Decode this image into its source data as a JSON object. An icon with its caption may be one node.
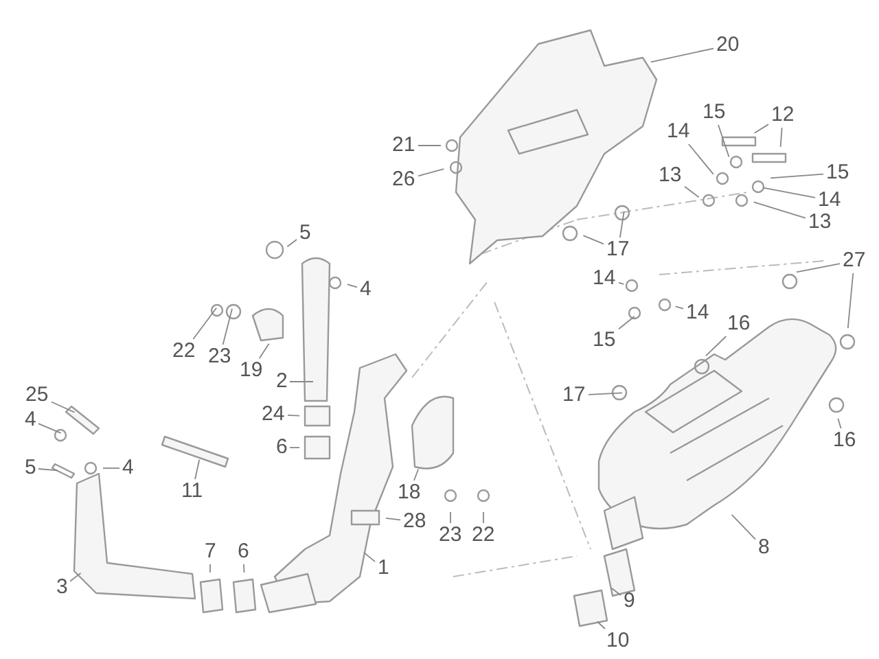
{
  "diagram": {
    "nodes": [
      {
        "text": [
          "20"
        ]
      },
      {
        "text": [
          "21"
        ]
      },
      {
        "text": [
          "26"
        ]
      },
      {
        "text": [
          "12"
        ]
      },
      {
        "text": [
          "15"
        ]
      },
      {
        "text": [
          "14"
        ]
      },
      {
        "text": [
          "13"
        ]
      },
      {
        "text": [
          "15"
        ]
      },
      {
        "text": [
          "14"
        ]
      },
      {
        "text": [
          "13"
        ]
      },
      {
        "text": [
          "17"
        ]
      },
      {
        "text": [
          "14"
        ]
      },
      {
        "text": [
          "15"
        ]
      },
      {
        "text": [
          "14"
        ]
      },
      {
        "text": [
          "16"
        ]
      },
      {
        "text": [
          "27"
        ]
      },
      {
        "text": [
          "17"
        ]
      },
      {
        "text": [
          "16"
        ]
      },
      {
        "text": [
          "8"
        ]
      },
      {
        "text": [
          "9"
        ]
      },
      {
        "text": [
          "10"
        ]
      },
      {
        "text": [
          "5"
        ]
      },
      {
        "text": [
          "4"
        ]
      },
      {
        "text": [
          "22"
        ]
      },
      {
        "text": [
          "23"
        ]
      },
      {
        "text": [
          "19"
        ]
      },
      {
        "text": [
          "2"
        ]
      },
      {
        "text": [
          "24"
        ]
      },
      {
        "text": [
          "6"
        ]
      },
      {
        "text": [
          "25"
        ]
      },
      {
        "text": [
          "4"
        ]
      },
      {
        "text": [
          "5"
        ]
      },
      {
        "text": [
          "4"
        ]
      },
      {
        "text": [
          "11"
        ]
      },
      {
        "text": [
          "18"
        ]
      },
      {
        "text": [
          "28"
        ]
      },
      {
        "text": [
          "23"
        ]
      },
      {
        "text": [
          "22"
        ]
      },
      {
        "text": [
          "1"
        ]
      },
      {
        "text": [
          "3"
        ]
      },
      {
        "text": [
          "7"
        ]
      },
      {
        "text": [
          "6"
        ]
      }
    ],
    "edges": [
      {
        "from": 0,
        "to": null,
        "arrow": "none"
      },
      {
        "from": 1,
        "to": null,
        "arrow": "none"
      },
      {
        "from": 2,
        "to": null,
        "arrow": "none"
      },
      {
        "from": 3,
        "to": null,
        "arrow": "none"
      },
      {
        "from": 3,
        "to": null,
        "arrow": "none"
      },
      {
        "from": 4,
        "to": null,
        "arrow": "none"
      },
      {
        "from": 5,
        "to": null,
        "arrow": "none"
      },
      {
        "from": 6,
        "to": null,
        "arrow": "none"
      },
      {
        "from": 7,
        "to": null,
        "arrow": "none"
      },
      {
        "from": 8,
        "to": null,
        "arrow": "none"
      },
      {
        "from": 9,
        "to": null,
        "arrow": "none"
      },
      {
        "from": 10,
        "to": null,
        "arrow": "none"
      },
      {
        "from": 10,
        "to": null,
        "arrow": "none"
      },
      {
        "from": 11,
        "to": null,
        "arrow": "none"
      },
      {
        "from": 12,
        "to": null,
        "arrow": "none"
      },
      {
        "from": 13,
        "to": null,
        "arrow": "none"
      },
      {
        "from": 14,
        "to": null,
        "arrow": "none"
      },
      {
        "from": 15,
        "to": null,
        "arrow": "none"
      },
      {
        "from": 15,
        "to": null,
        "arrow": "none"
      },
      {
        "from": 16,
        "to": null,
        "arrow": "none"
      },
      {
        "from": 17,
        "to": null,
        "arrow": "none"
      },
      {
        "from": 18,
        "to": null,
        "arrow": "none"
      },
      {
        "from": 19,
        "to": null,
        "arrow": "none"
      },
      {
        "from": 20,
        "to": null,
        "arrow": "none"
      },
      {
        "from": 21,
        "to": null,
        "arrow": "none"
      },
      {
        "from": 22,
        "to": null,
        "arrow": "none"
      },
      {
        "from": 23,
        "to": null,
        "arrow": "none"
      },
      {
        "from": 24,
        "to": null,
        "arrow": "none"
      },
      {
        "from": 25,
        "to": null,
        "arrow": "none"
      },
      {
        "from": 26,
        "to": null,
        "arrow": "none"
      },
      {
        "from": 27,
        "to": null,
        "arrow": "none"
      },
      {
        "from": 28,
        "to": null,
        "arrow": "none"
      },
      {
        "from": 29,
        "to": null,
        "arrow": "none"
      },
      {
        "from": 30,
        "to": null,
        "arrow": "none"
      },
      {
        "from": 31,
        "to": null,
        "arrow": "none"
      },
      {
        "from": 32,
        "to": null,
        "arrow": "none"
      },
      {
        "from": 33,
        "to": null,
        "arrow": "none"
      },
      {
        "from": 34,
        "to": null,
        "arrow": "none"
      },
      {
        "from": 35,
        "to": null,
        "arrow": "none"
      },
      {
        "from": 36,
        "to": null,
        "arrow": "none"
      },
      {
        "from": 37,
        "to": null,
        "arrow": "none"
      },
      {
        "from": 38,
        "to": null,
        "arrow": "none"
      },
      {
        "from": 39,
        "to": null,
        "arrow": "none"
      },
      {
        "from": 40,
        "to": null,
        "arrow": "none"
      },
      {
        "from": 41,
        "to": null,
        "arrow": "none"
      }
    ]
  }
}
